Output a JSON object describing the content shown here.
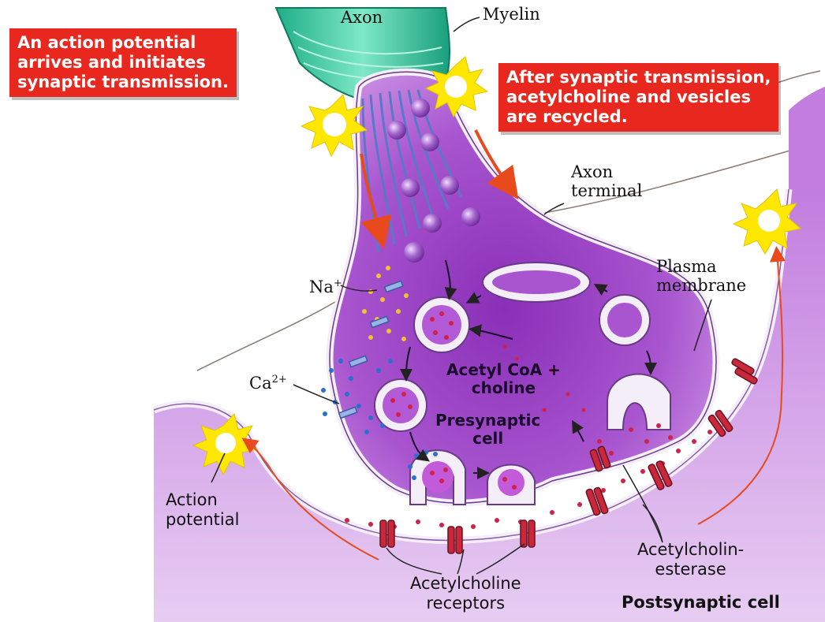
{
  "boxes": {
    "left": {
      "lines": [
        "An action potential",
        "arrives and initiates",
        "synaptic transmission."
      ]
    },
    "right": {
      "lines": [
        "After synaptic transmission,",
        "acetylcholine and vesicles",
        "are recycled."
      ]
    }
  },
  "labels": {
    "axon": "Axon",
    "myelin": "Myelin",
    "axon_terminal": [
      "Axon",
      "terminal"
    ],
    "plasma_membrane": [
      "Plasma",
      "membrane"
    ],
    "na": "Na",
    "na_sup": "+",
    "ca": "Ca",
    "ca_sup": "2+",
    "acetyl_coa": [
      "Acetyl CoA +",
      "choline"
    ],
    "presynaptic_cell": [
      "Presynaptic",
      "cell"
    ],
    "action_potential": [
      "Action",
      "potential"
    ],
    "acetylcholinesterase": [
      "Acetylcholin-",
      "esterase"
    ],
    "acetylcholine_receptors": [
      "Acetylcholine",
      "receptors"
    ],
    "postsynaptic_cell": "Postsynaptic cell"
  },
  "colors": {
    "box_red": "#e8281e",
    "cytoplasm_purple": "#a64dc8",
    "membrane_white": "#f4eef8",
    "myelin_green": "#2ec9a0",
    "receptor_red": "#c8283a",
    "vesicle_purple": "#9b5cc4",
    "spark_yellow": "#ffe700",
    "arrow_red": "#e84a1e"
  }
}
